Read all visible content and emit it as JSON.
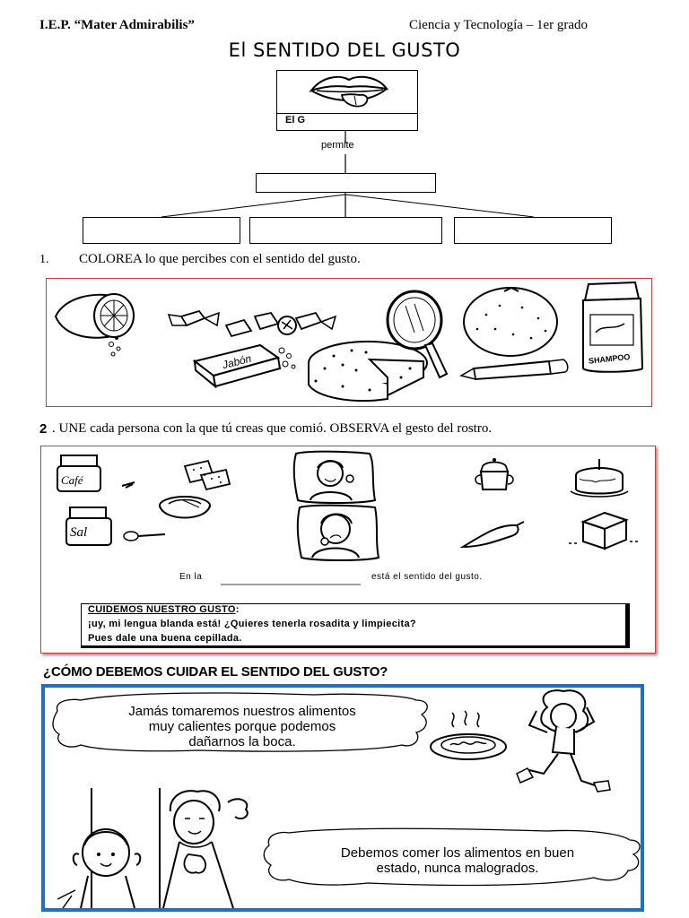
{
  "header": {
    "school": "I.E.P. “Mater Admirabilis”",
    "course": "Ciencia y Tecnología – 1er grado"
  },
  "title": "El SENTIDO DEL GUSTO",
  "concept_map": {
    "label": "El G",
    "connector": "permite"
  },
  "exercise1": {
    "number": "1.",
    "instruction": "COLOREA lo que percibes con el sentido del gusto.",
    "items": [
      "lemon-icon",
      "candy-icon",
      "soap-icon",
      "cheese-icon",
      "mirror-icon",
      "orange-icon",
      "pencil-icon",
      "shampoo-icon"
    ],
    "soap_text": "Jabón",
    "shampoo_text": "SHAMPOO"
  },
  "exercise2": {
    "number": "2",
    "instruction": ". UNE cada persona con la que tú creas que comió. OBSERVA el gesto del rostro.",
    "jar1_text": "Café",
    "jar2_text": "Sal",
    "blank_prefix": "En la",
    "blank_suffix": "está el sentido del gusto."
  },
  "care_box": {
    "title": "CUIDEMOS NUESTRO GUSTO",
    "title_colon": ":",
    "line1": "¡uy, mi lengua blanda está! ¿Quieres tenerla rosadita y limpiecita?",
    "line2": "Pues dale una buena cepillada."
  },
  "section": {
    "heading": "¿CÓMO DEBEMOS CUIDAR EL SENTIDO DEL GUSTO?",
    "cloud1_line1": "Jamás tomaremos nuestros alimentos",
    "cloud1_line2": "muy calientes porque podemos",
    "cloud1_line3": "dañarnos la boca.",
    "cloud2_line1": "Debemos comer los alimentos  en buen",
    "cloud2_line2": "estado, nunca malogrados."
  },
  "colors": {
    "red_frame": "#d23a3a",
    "blue_frame": "#1f6fc2"
  }
}
